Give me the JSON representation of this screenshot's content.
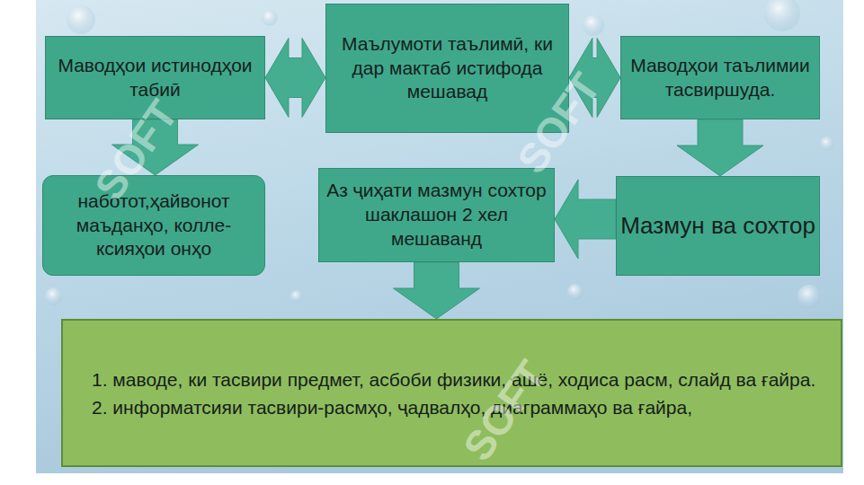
{
  "diagram": {
    "nodes": [
      {
        "text": [
          "Маълумоти таълимӣ, ки дар мактаб истифода мешавад"
        ]
      },
      {
        "text": [
          "Маводҳои истинодҳои табиӣ"
        ]
      },
      {
        "text": [
          "Маводҳои таълимии тасвиршуда."
        ]
      },
      {
        "text": [
          "наботот,ҳайвонот маъданҳо, колле- ксияҳои онҳо"
        ]
      },
      {
        "text": [
          "Аз ҷиҳати мазмун сохтор шаклашон 2 хел мешаванд"
        ]
      },
      {
        "text": [
          "Мазмун ва сохтор"
        ]
      },
      {
        "text": [
          "1. маводе, ки тасвири предмет, асбоби физики, ашё, ходиса расм, слайд ва ғайра.",
          "2. информатсияи тасвири-расмҳо, ҷадвалҳо, диаграммаҳо ва ғайра,"
        ]
      }
    ],
    "edges": [
      {
        "from": 0,
        "to": 1,
        "arrow": "both"
      },
      {
        "from": 0,
        "to": 2,
        "arrow": "both"
      },
      {
        "from": 1,
        "to": 3,
        "arrow": "to"
      },
      {
        "from": 2,
        "to": 5,
        "arrow": "to"
      },
      {
        "from": 5,
        "to": 4,
        "arrow": "to"
      },
      {
        "from": 4,
        "to": 6,
        "arrow": "to"
      }
    ],
    "labels": [
      "SOFT",
      "SOFT",
      "SOFT"
    ]
  }
}
